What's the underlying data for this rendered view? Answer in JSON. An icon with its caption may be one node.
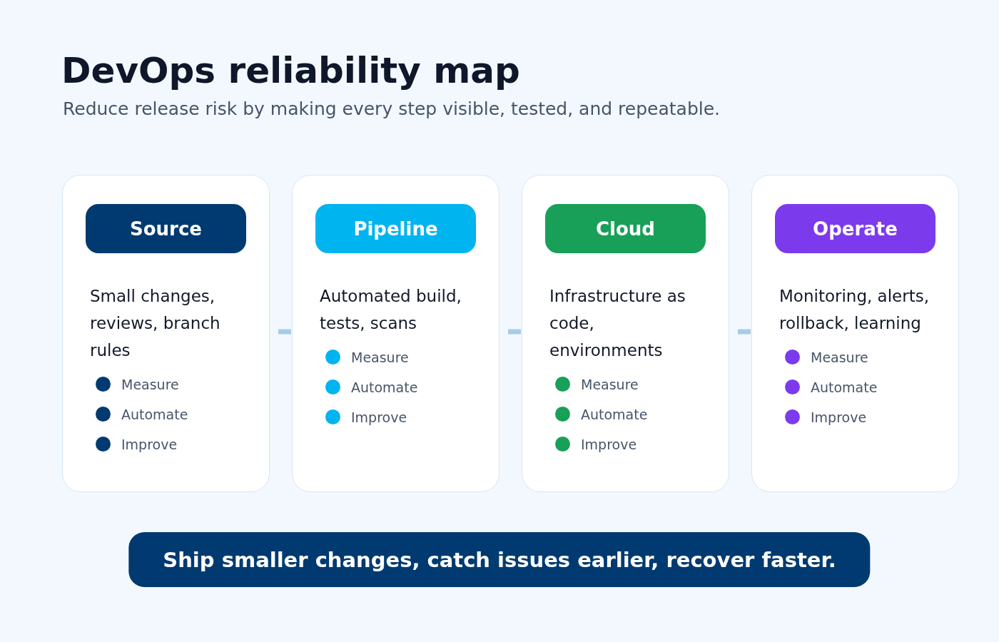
{
  "diagram": {
    "title": "DevOps reliability map",
    "nodes": [
      {
        "text": [
          "Source",
          "Small changes, reviews, branch rules",
          "Measure",
          "Automate",
          "Improve"
        ]
      },
      {
        "text": [
          "Pipeline",
          "Automated build, tests, scans",
          "Measure",
          "Automate",
          "Improve"
        ]
      },
      {
        "text": [
          "Cloud",
          "Infrastructure as code, environments",
          "Measure",
          "Automate",
          "Improve"
        ]
      },
      {
        "text": [
          "Operate",
          "Monitoring, alerts, rollback, learning",
          "Measure",
          "Automate",
          "Improve"
        ]
      },
      {
        "text": [
          "Ship smaller changes, catch issues earlier, recover faster."
        ]
      }
    ],
    "edges": [
      {
        "from": 0,
        "to": 1,
        "arrow": "none"
      },
      {
        "from": 1,
        "to": 2,
        "arrow": "none"
      },
      {
        "from": 2,
        "to": 3,
        "arrow": "none"
      }
    ],
    "labels": [
      "Reduce release risk by making every step visible, tested, and repeatable."
    ]
  }
}
